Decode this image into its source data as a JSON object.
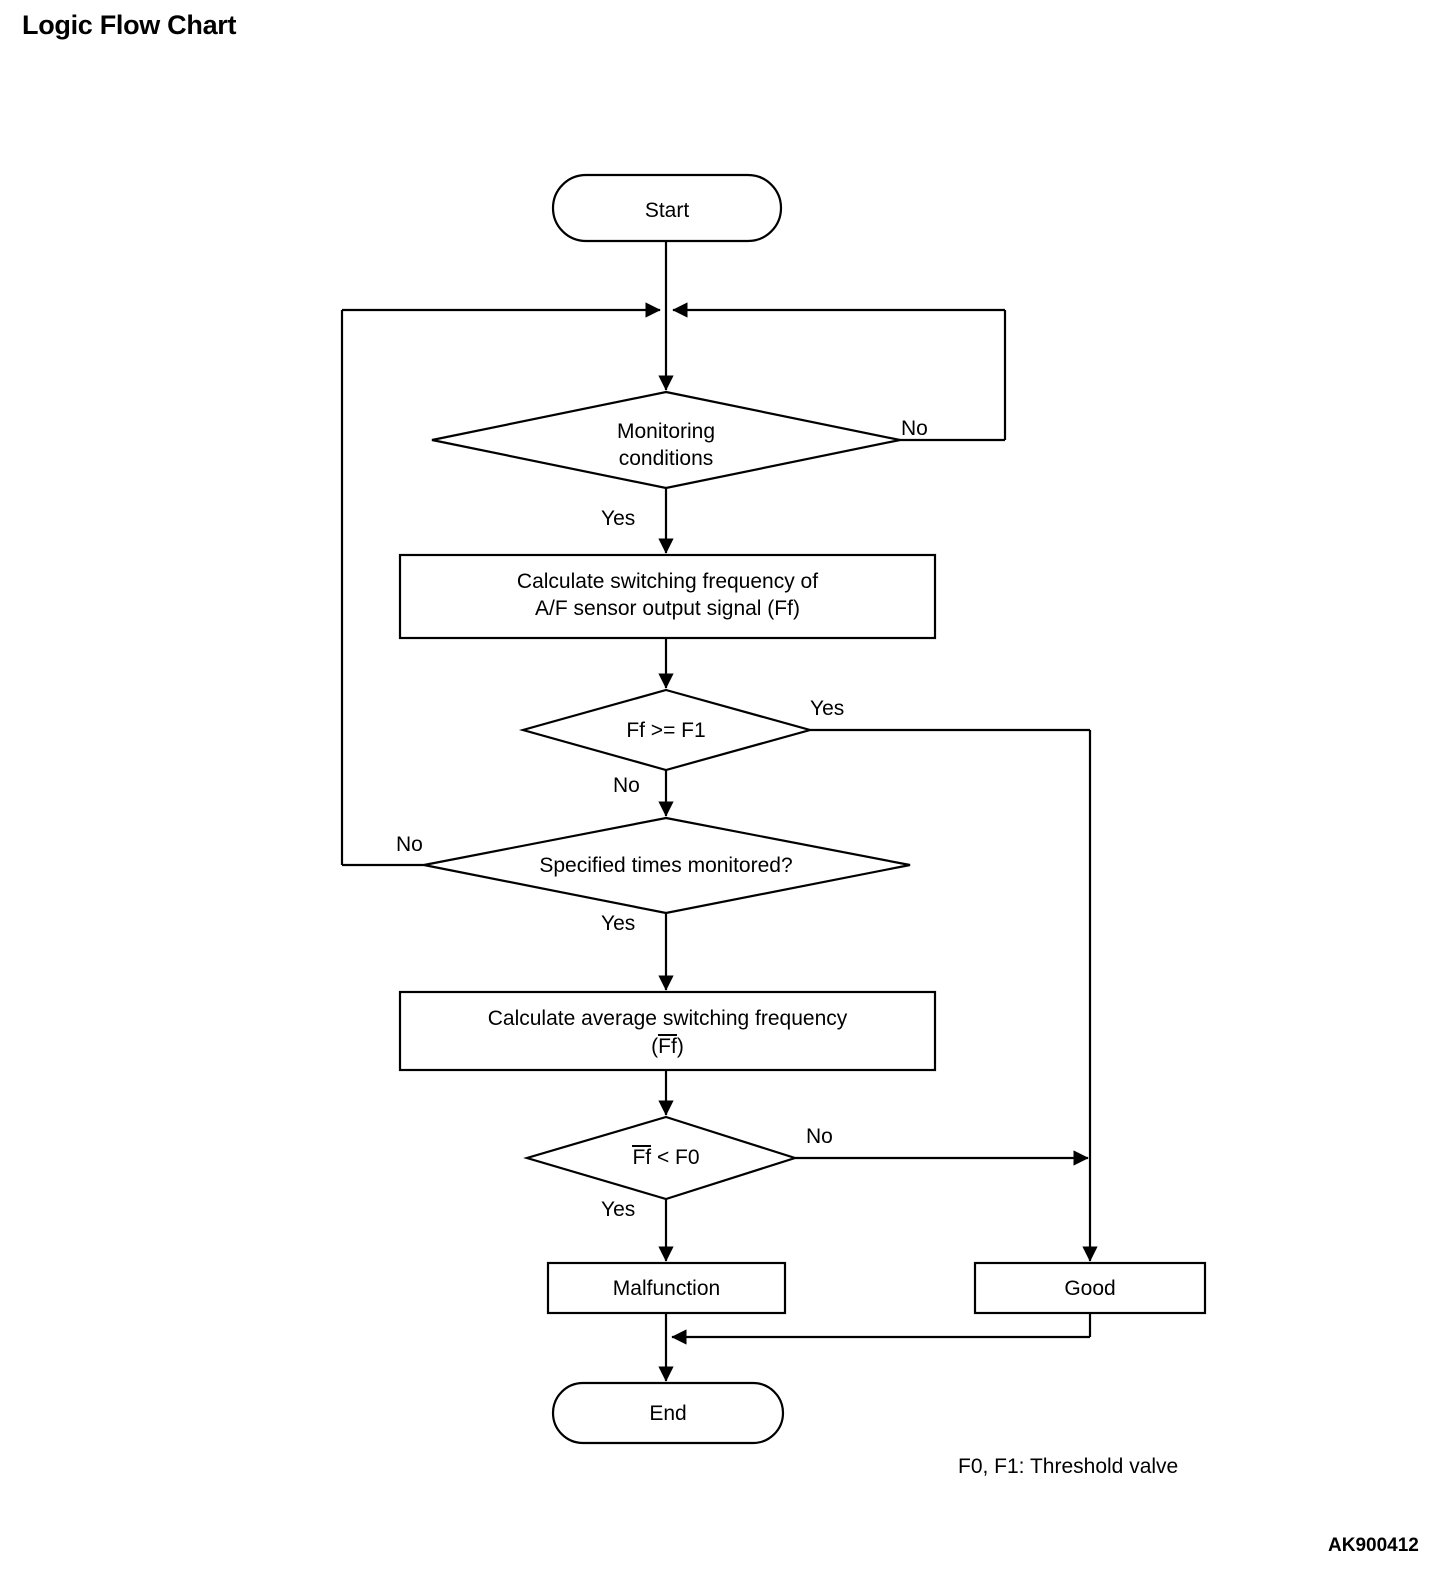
{
  "page": {
    "title": "Logic Flow Chart",
    "figure_code": "AK900412",
    "note": "F0, F1: Threshold valve",
    "background_color": "#ffffff",
    "line_color": "#000000"
  },
  "chart_data": {
    "type": "diagram",
    "diagram_type": "flowchart",
    "title": "Logic Flow Chart",
    "nodes": [
      {
        "id": "start",
        "shape": "terminator",
        "label": "Start"
      },
      {
        "id": "monitor",
        "shape": "decision",
        "label_line1": "Monitoring",
        "label_line2": "conditions"
      },
      {
        "id": "calc_ff",
        "shape": "process",
        "label_line1": "Calculate switching frequency of",
        "label_line2": "A/F sensor output signal (Ff)"
      },
      {
        "id": "ff_ge_f1",
        "shape": "decision",
        "label": "Ff >= F1"
      },
      {
        "id": "spec_times",
        "shape": "decision",
        "label": "Specified times monitored?"
      },
      {
        "id": "calc_avg",
        "shape": "process",
        "label_line1": "Calculate average switching frequency",
        "label_line2_pre": "(",
        "label_line2_over": "Ff",
        "label_line2_post": ")"
      },
      {
        "id": "avg_lt_f0",
        "shape": "decision",
        "label_over": "Ff",
        "label_rest": " < F0"
      },
      {
        "id": "malfunction",
        "shape": "process",
        "label": "Malfunction"
      },
      {
        "id": "good",
        "shape": "process",
        "label": "Good"
      },
      {
        "id": "end",
        "shape": "terminator",
        "label": "End"
      }
    ],
    "edges": [
      {
        "from": "start",
        "to": "monitor",
        "label": ""
      },
      {
        "from": "monitor",
        "to": "calc_ff",
        "label": "Yes"
      },
      {
        "from": "monitor",
        "to": "monitor",
        "label": "No"
      },
      {
        "from": "calc_ff",
        "to": "ff_ge_f1",
        "label": ""
      },
      {
        "from": "ff_ge_f1",
        "to": "good",
        "label": "Yes"
      },
      {
        "from": "ff_ge_f1",
        "to": "spec_times",
        "label": "No"
      },
      {
        "from": "spec_times",
        "to": "monitor",
        "label": "No"
      },
      {
        "from": "spec_times",
        "to": "calc_avg",
        "label": "Yes"
      },
      {
        "from": "calc_avg",
        "to": "avg_lt_f0",
        "label": ""
      },
      {
        "from": "avg_lt_f0",
        "to": "good",
        "label": "No"
      },
      {
        "from": "avg_lt_f0",
        "to": "malfunction",
        "label": "Yes"
      },
      {
        "from": "malfunction",
        "to": "end",
        "label": ""
      },
      {
        "from": "good",
        "to": "end",
        "label": ""
      }
    ]
  },
  "labels": {
    "start": "Start",
    "monitor_l1": "Monitoring",
    "monitor_l2": "conditions",
    "monitor_no": "No",
    "monitor_yes": "Yes",
    "calc_ff_l1": "Calculate switching frequency of",
    "calc_ff_l2": "A/F sensor output signal (Ff)",
    "ff_ge_f1": "Ff >= F1",
    "ff_ge_f1_yes": "Yes",
    "ff_ge_f1_no": "No",
    "spec_times": "Specified times monitored?",
    "spec_times_no": "No",
    "spec_times_yes": "Yes",
    "calc_avg_l1": "Calculate average switching frequency",
    "calc_avg_open": "(",
    "calc_avg_over": "Ff",
    "calc_avg_close": ")",
    "avg_over": "Ff",
    "avg_rest": " < F0",
    "avg_no": "No",
    "avg_yes": "Yes",
    "malfunction": "Malfunction",
    "good": "Good",
    "end": "End"
  }
}
